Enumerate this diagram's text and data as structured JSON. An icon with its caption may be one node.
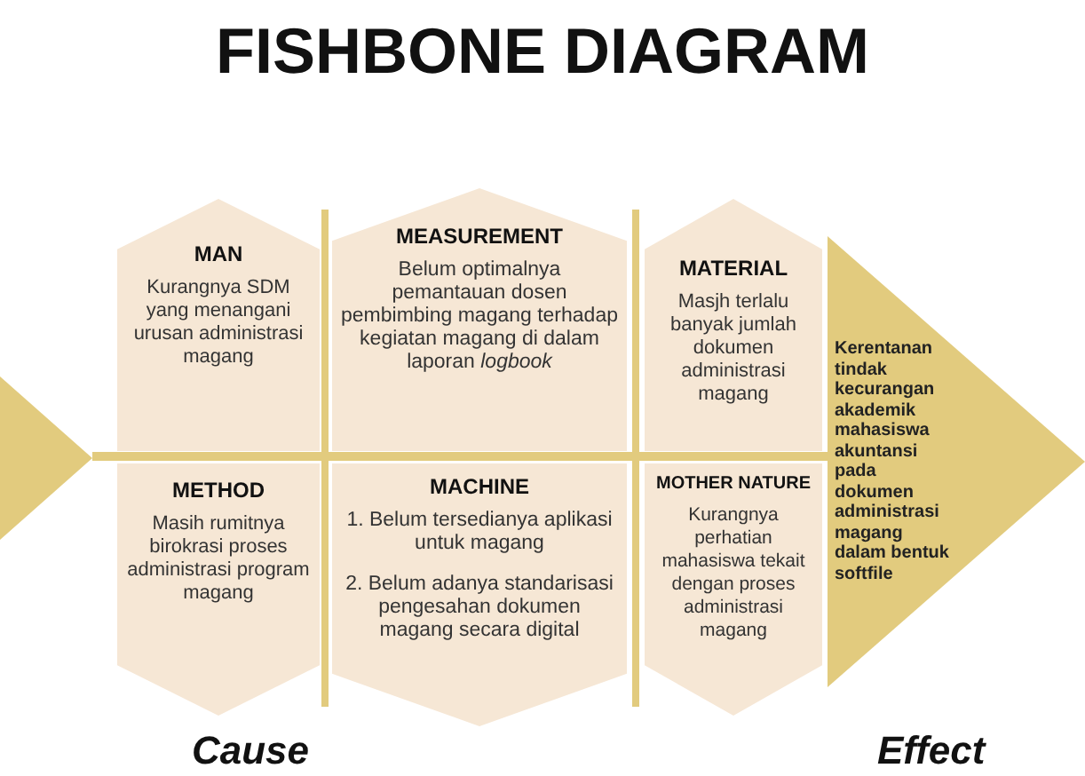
{
  "diagram": {
    "title": "FISHBONE DIAGRAM",
    "nodes": [
      {
        "text": [],
        "shape": "triangle"
      },
      {
        "text": [
          "MAN",
          "Kurangnya SDM yang menangani urusan administrasi magang"
        ]
      },
      {
        "text": [
          "MEASUREMENT",
          "Belum optimalnya pemantauan dosen pembimbing magang terhadap kegiatan magang di dalam laporan *logbook*"
        ]
      },
      {
        "text": [
          "MATERIAL",
          "Masjh terlalu banyak jumlah dokumen administrasi magang"
        ]
      },
      {
        "text": [
          "METHOD",
          "Masih rumitnya birokrasi proses administrasi program magang"
        ]
      },
      {
        "text": [
          "MACHINE",
          "1. Belum tersedianya aplikasi untuk magang",
          "2. Belum adanya standarisasi pengesahan dokumen magang secara digital"
        ]
      },
      {
        "text": [
          "MOTHER NATURE",
          "Kurangnya perhatian mahasiswa tekait dengan proses administrasi magang"
        ]
      },
      {
        "text": [
          "Kerentanan tindak kecurangan akademik mahasiswa akuntansi pada dokumen administrasi magang dalam bentuk softfile"
        ]
      }
    ],
    "edges": [
      {
        "from": 0,
        "to": 7,
        "arrow": "none"
      }
    ],
    "labels": [
      "Cause",
      "Effect"
    ]
  }
}
